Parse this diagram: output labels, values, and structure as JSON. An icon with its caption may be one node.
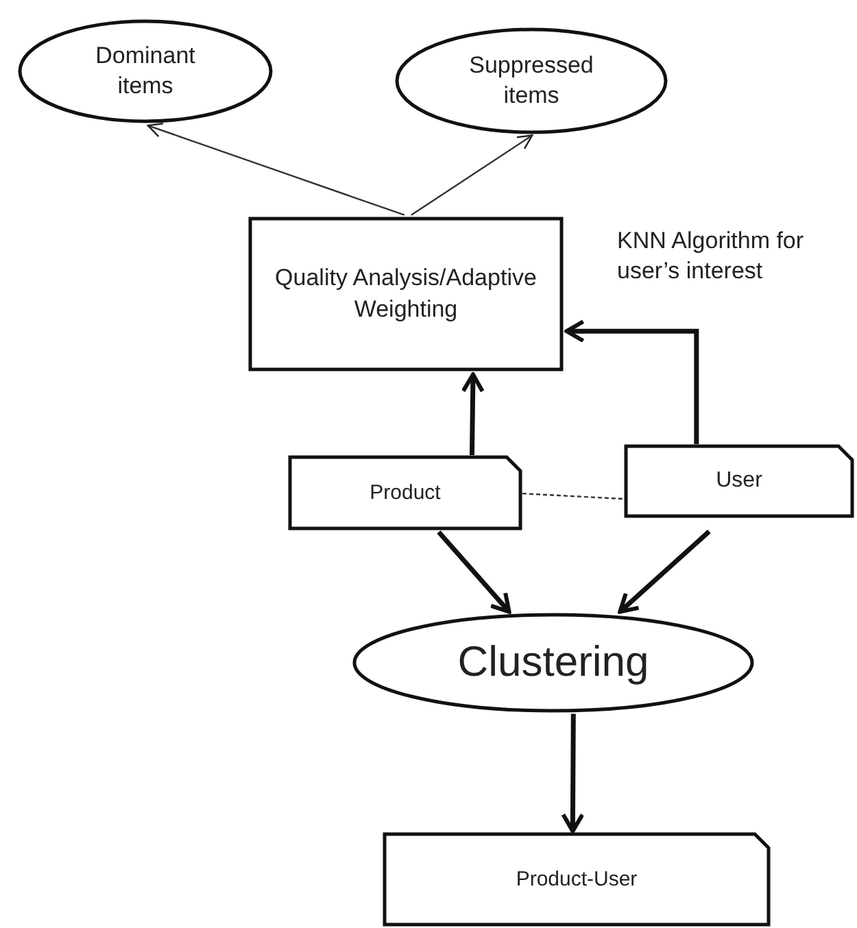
{
  "diagram": {
    "nodes": [
      {
        "text": [
          "Dominant items"
        ]
      },
      {
        "text": [
          "Suppressed items"
        ]
      },
      {
        "text": [
          "Quality Analysis/Adaptive Weighting"
        ]
      },
      {
        "text": [
          "Product"
        ]
      },
      {
        "text": [
          "User"
        ]
      },
      {
        "text": [
          "Clustering"
        ]
      },
      {
        "text": [
          "Product-User"
        ]
      }
    ],
    "edges": [
      {
        "from": 2,
        "to": 0,
        "arrow": "to"
      },
      {
        "from": 2,
        "to": 1,
        "arrow": "to"
      },
      {
        "from": 3,
        "to": 2,
        "arrow": "to"
      },
      {
        "from": 4,
        "to": 2,
        "arrow": "to",
        "label": "KNN Algorithm for user’s interest"
      },
      {
        "from": 3,
        "to": 4,
        "arrow": "none",
        "style": "dashed"
      },
      {
        "from": 3,
        "to": 5,
        "arrow": "to"
      },
      {
        "from": 4,
        "to": 5,
        "arrow": "to"
      },
      {
        "from": 5,
        "to": 6,
        "arrow": "to"
      }
    ]
  }
}
